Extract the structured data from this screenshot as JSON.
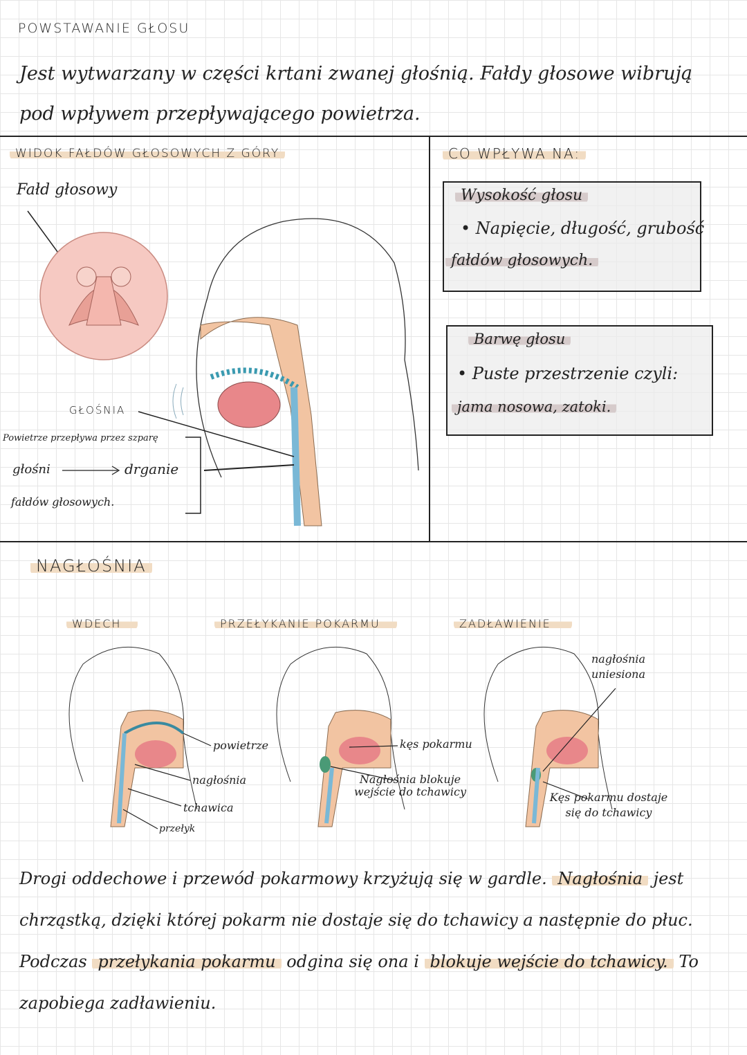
{
  "title": "POWSTAWANIE GŁOSU",
  "intro": "Jest wytwarzany w części krtani zwanej głośnią. Fałdy głosowe wibrują pod wpływem przepływającego powietrza.",
  "view": {
    "heading": "WIDOK FAŁDÓW GŁOSOWYCH Z GÓRY",
    "fold_label": "Fałd głosowy",
    "glottis_label": "GŁOŚNIA",
    "airflow_line1": "Powietrze przepływa przez szparę",
    "airflow_from": "głośni",
    "airflow_to": "drganie",
    "airflow_line3": "fałdów głosowych."
  },
  "influence": {
    "heading": "CO WPŁYWA NA:",
    "boxes": [
      {
        "title": "Wysokość głosu",
        "bullet": "• Napięcie, długość, grubość",
        "rest": "fałdów głosowych."
      },
      {
        "title": "Barwę głosu",
        "bullet": "• Puste przestrzenie czyli:",
        "rest": "jama nosowa, zatoki."
      }
    ]
  },
  "epiglottis": {
    "heading": "NAGŁOŚNIA",
    "panels": [
      {
        "title": "WDECH",
        "labels": [
          "powietrze",
          "nagłośnia",
          "tchawica",
          "przełyk"
        ]
      },
      {
        "title": "PRZEŁYKANIE POKARMU",
        "labels": [
          "kęs pokarmu",
          "Nagłośnia blokuje wejście do tchawicy"
        ]
      },
      {
        "title": "ZADŁAWIENIE",
        "labels": [
          "nagłośnia uniesiona",
          "Kęs pokarmu dostaje się do tchawicy"
        ]
      }
    ],
    "paragraph": {
      "p1": "Drogi oddechowe i przewód pokarmowy krzyżują się w gardle.",
      "p2": "Nagłośnia",
      "p3": "jest chrząstką, dzięki której pokarm nie dostaje się do tchawicy a następnie do płuc. Podczas",
      "p4": "przełykania pokarmu",
      "p5": "odgina się ona i",
      "p6": "blokuje wejście do tchawicy.",
      "p7": "To zapobiega zadławieniu."
    }
  },
  "colors": {
    "highlight": "#f1dcc3",
    "highlight_gray": "#d6cbcb",
    "tissue": "#f2c4a2",
    "mouth": "#e8878a",
    "airway": "#7ab8d6",
    "food": "#4a9a76"
  }
}
